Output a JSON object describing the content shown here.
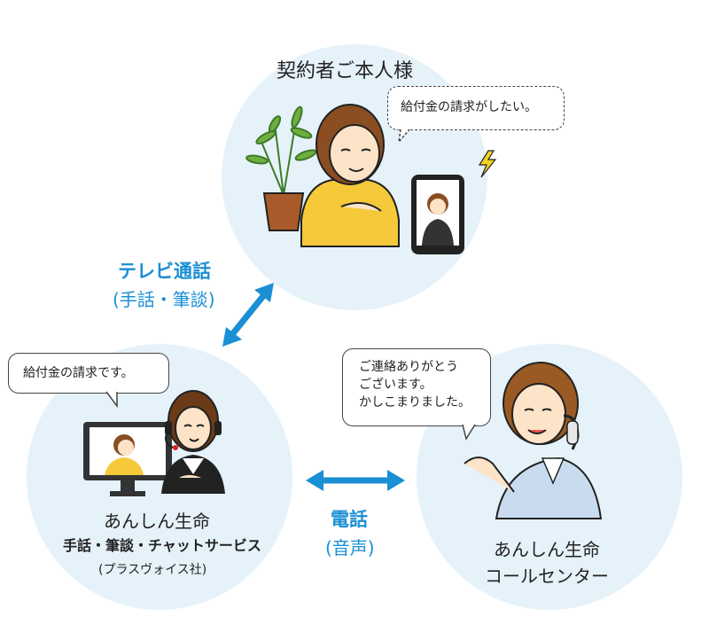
{
  "top": {
    "title": "契約者ご本人様",
    "bubble_text": "給付金の請求がしたい。"
  },
  "left": {
    "name": "あんしん生命",
    "service": "手話・筆談・チャットサービス",
    "provider": "(プラスヴォイス社)",
    "bubble_text": "給付金の請求です。"
  },
  "right": {
    "name_line1": "あんしん生命",
    "name_line2": "コールセンター",
    "bubble_lines": [
      "ご連絡ありがとう",
      "ございます。",
      "かしこまりました。"
    ]
  },
  "link_video": {
    "label": "テレビ通話",
    "sub": "(手話・筆談)"
  },
  "link_phone": {
    "label": "電話",
    "sub": "(音声)"
  },
  "colors": {
    "circle_bg": "#e6f2fa",
    "accent_blue": "#1a8fd4",
    "shirt_yellow": "#f5c93a"
  }
}
